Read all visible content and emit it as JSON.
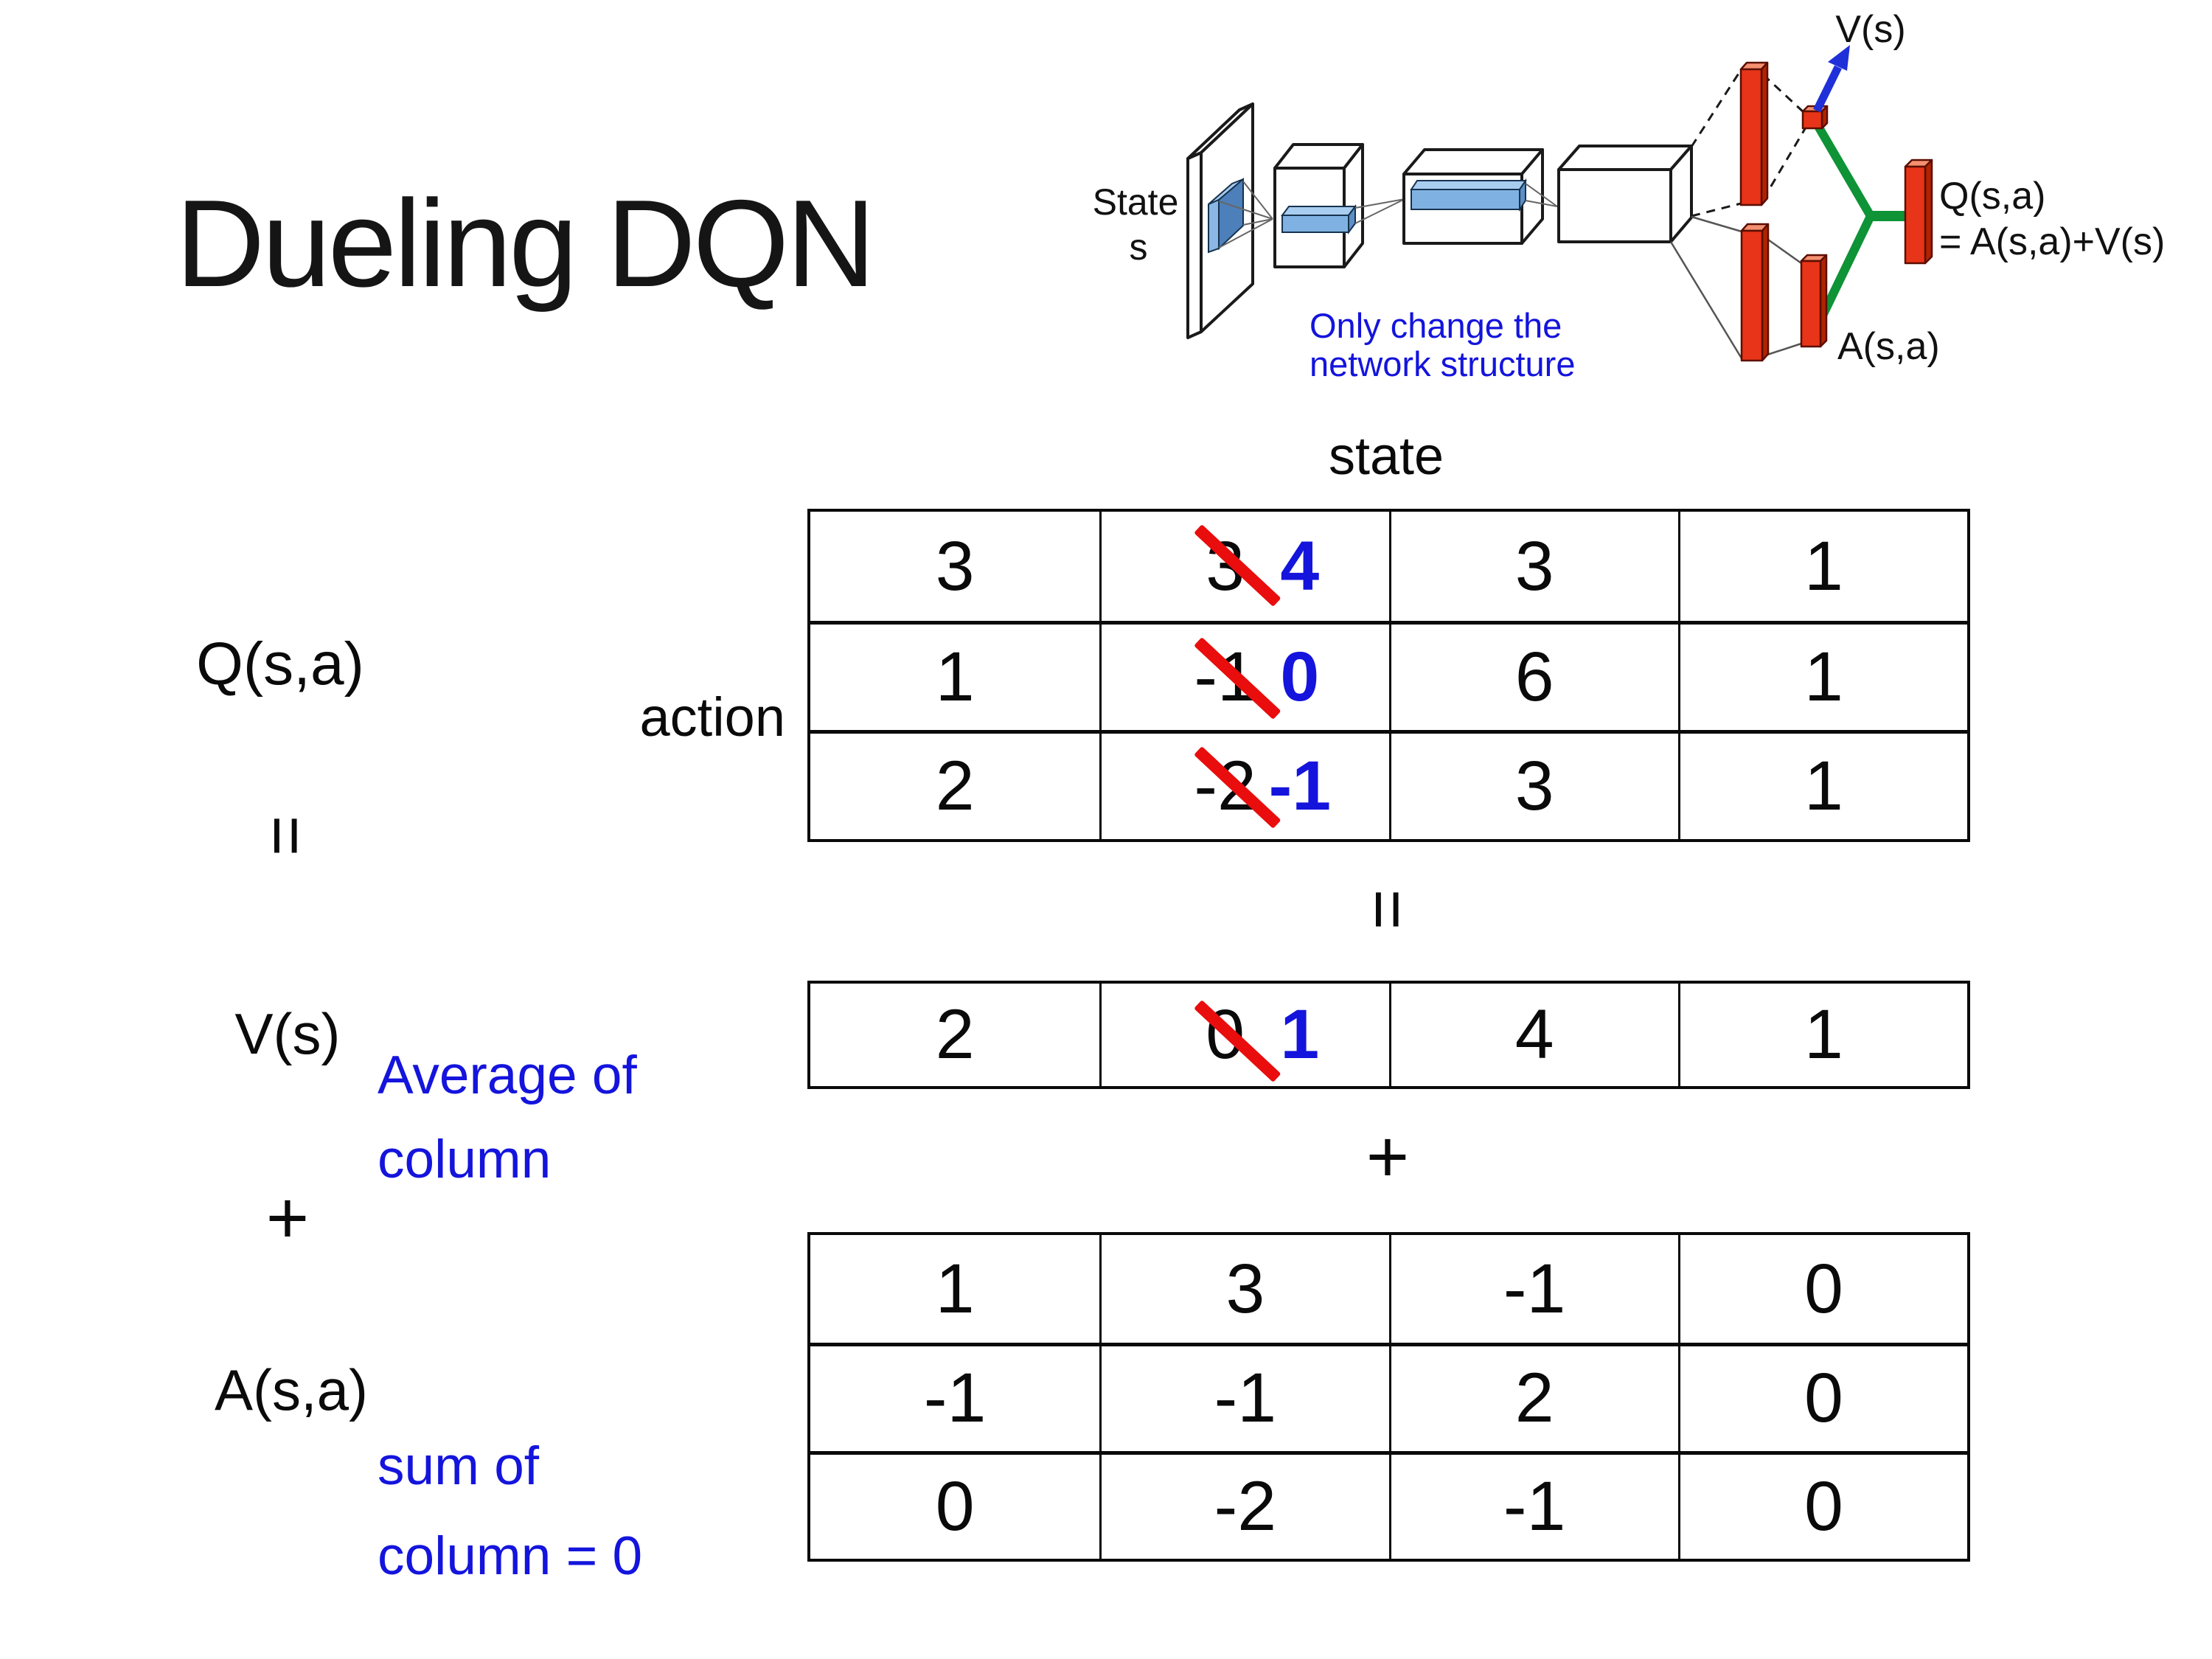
{
  "slide": {
    "title": "Dueling DQN"
  },
  "diagram": {
    "state_line1": "State",
    "state_line2": "s",
    "v_out": "V(s)",
    "a_out": "A(s,a)",
    "q_out_line1": "Q(s,a)",
    "q_out_line2": "= A(s,a)+V(s)",
    "note_line1": "Only change the",
    "note_line2": "network structure"
  },
  "equation": {
    "q_label": "Q(s,a)",
    "equals_left": "=",
    "v_label": "V(s)",
    "plus_left": "+",
    "a_label": "A(s,a)",
    "avg_note_line1": "Average of",
    "avg_note_line2": "column",
    "sum_note_line1": "sum of",
    "sum_note_line2": "column = 0",
    "state_header": "state",
    "action_label": "action",
    "equals_mid": "=",
    "plus_mid": "+"
  },
  "q_table": {
    "col1": [
      "3",
      "1",
      "2"
    ],
    "col2_old": [
      "3",
      "-1",
      "-2"
    ],
    "col2_new": [
      "4",
      "0",
      "-1"
    ],
    "col3": [
      "3",
      "6",
      "3"
    ],
    "col4": [
      "1",
      "1",
      "1"
    ]
  },
  "v_table": {
    "c1": "2",
    "c2_old": "0",
    "c2_new": "1",
    "c3": "4",
    "c4": "1"
  },
  "a_table": {
    "rows": [
      [
        "1",
        "3",
        "-1",
        "0"
      ],
      [
        "-1",
        "-1",
        "2",
        "0"
      ],
      [
        "0",
        "-2",
        "-1",
        "0"
      ]
    ]
  },
  "colors": {
    "accent_blue": "#1414dd",
    "cross_red": "#e90d0d",
    "bar_red": "#e83418",
    "link_green": "#0e9336",
    "arrow_blue": "#2030d8",
    "slab_blue": "#7fb2e2"
  }
}
